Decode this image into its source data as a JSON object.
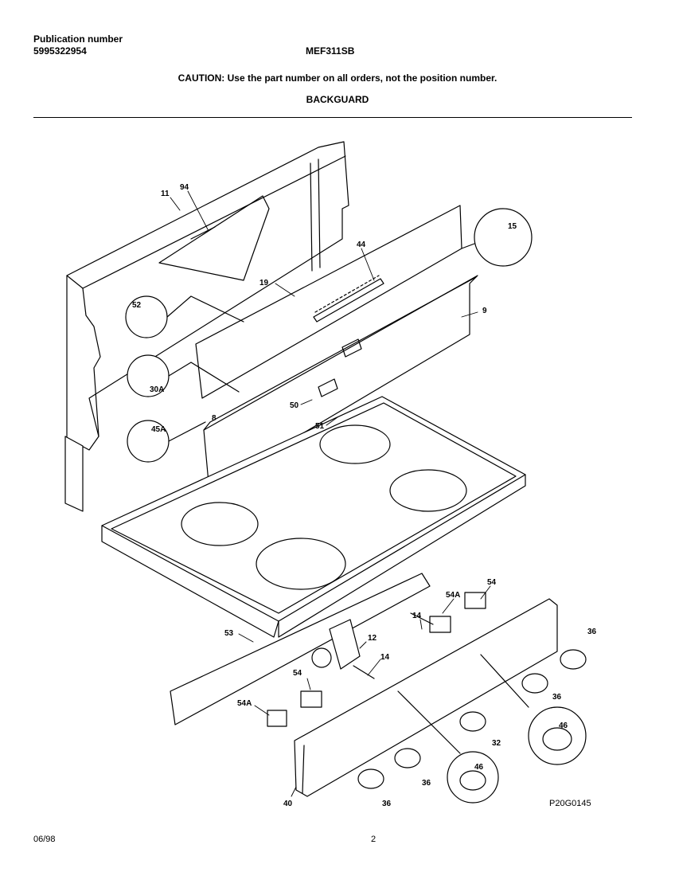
{
  "header": {
    "publication_label": "Publication number",
    "publication_number": "5995322954",
    "model": "MEF311SB",
    "caution": "CAUTION:  Use the part number on all orders, not the position number.",
    "section_title": "BACKGUARD"
  },
  "footer": {
    "date": "06/98",
    "page": "2",
    "diagram_code": "P20G0145"
  },
  "callouts": {
    "c11": "11",
    "c94": "94",
    "c44": "44",
    "c15": "15",
    "c19": "19",
    "c9": "9",
    "c52": "52",
    "c30A": "30A",
    "c50": "50",
    "c8": "8",
    "c51": "51",
    "c45A": "45A",
    "c54a": "54",
    "c54A_top": "54A",
    "c14a": "14",
    "c12": "12",
    "c14b": "14",
    "c53": "53",
    "c54b": "54",
    "c54A_bot": "54A",
    "c36a": "36",
    "c36b": "36",
    "c46a": "46",
    "c32": "32",
    "c46b": "46",
    "c36c": "36",
    "c40": "40",
    "c36d": "36"
  }
}
